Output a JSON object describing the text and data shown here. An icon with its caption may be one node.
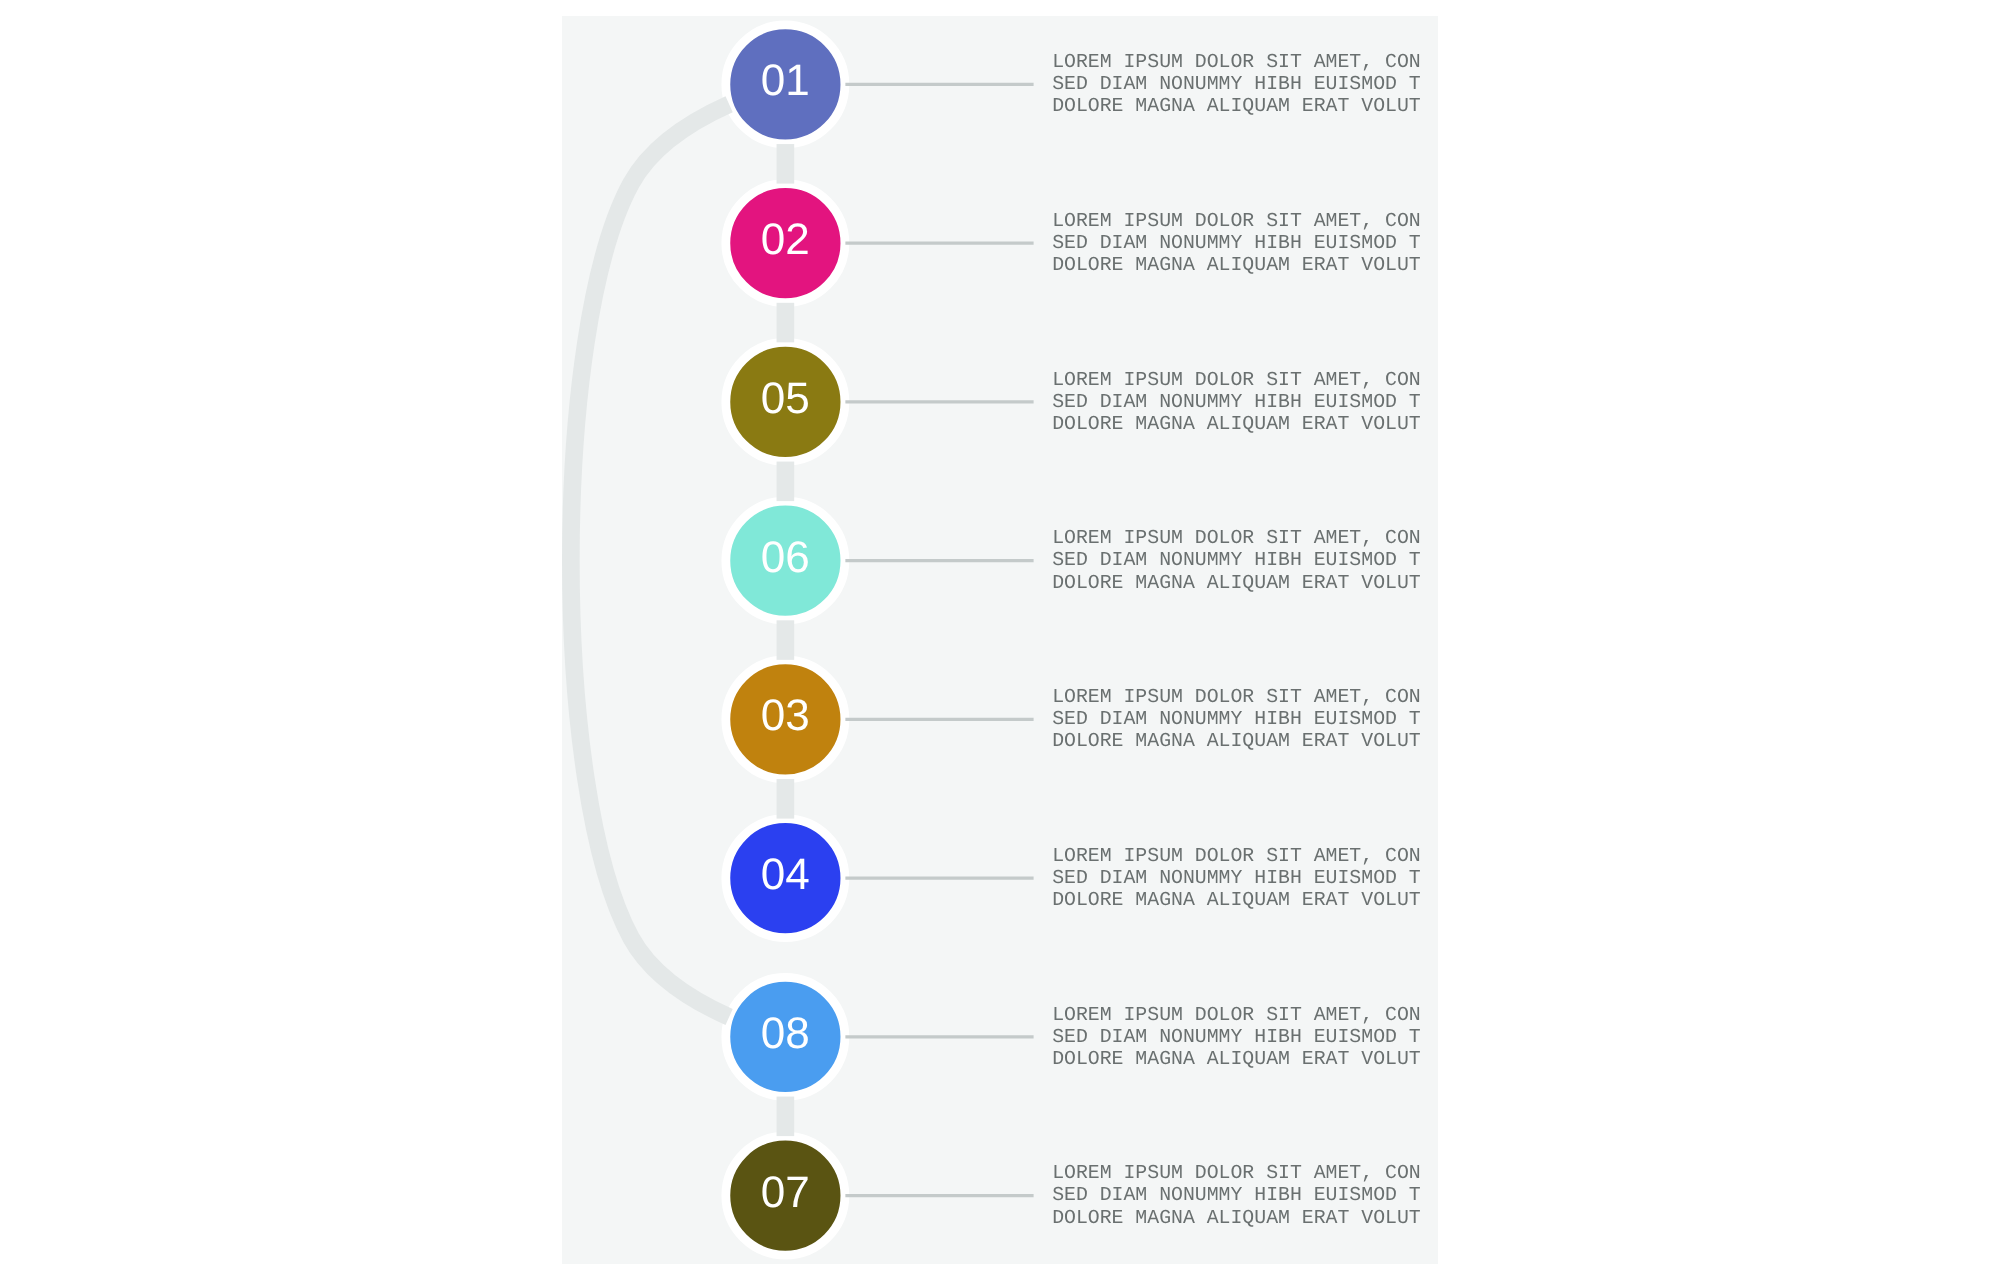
{
  "diagram": {
    "nodes": [
      {
        "text": [
          "01"
        ]
      },
      {
        "text": [
          "02"
        ]
      },
      {
        "text": [
          "03"
        ]
      },
      {
        "text": [
          "04"
        ]
      },
      {
        "text": [
          "05"
        ]
      },
      {
        "text": [
          "06"
        ]
      },
      {
        "text": [
          "07"
        ]
      },
      {
        "text": [
          "08"
        ]
      },
      {
        "text": [
          "LOREM IPSUM DOLOR SIT AMET, CON SED DIAM NONUMMY HIBH EUISMOD T DOLORE MAGNA ALIQUAM ERAT VOLUT"
        ]
      },
      {
        "text": [
          "LOREM IPSUM DOLOR SIT AMET, CON SED DIAM NONUMMY HIBH EUISMOD T DOLORE MAGNA ALIQUAM ERAT VOLUT"
        ]
      },
      {
        "text": [
          "LOREM IPSUM DOLOR SIT AMET, CON SED DIAM NONUMMY HIBH EUISMOD T DOLORE MAGNA ALIQUAM ERAT VOLUT"
        ]
      },
      {
        "text": [
          "LOREM IPSUM DOLOR SIT AMET, CON SED DIAM NONUMMY HIBH EUISMOD T DOLORE MAGNA ALIQUAM ERAT VOLUT"
        ]
      },
      {
        "text": [
          "LOREM IPSUM DOLOR SIT AMET, CON SED DIAM NONUMMY HIBH EUISMOD T DOLORE MAGNA ALIQUAM ERAT VOLUT"
        ]
      },
      {
        "text": [
          "LOREM IPSUM DOLOR SIT AMET, CON SED DIAM NONUMMY HIBH EUISMOD T DOLORE MAGNA ALIQUAM ERAT VOLUT"
        ]
      },
      {
        "text": [
          "LOREM IPSUM DOLOR SIT AMET, CON SED DIAM NONUMMY HIBH EUISMOD T DOLORE MAGNA ALIQUAM ERAT VOLUT"
        ]
      },
      {
        "text": [
          "LOREM IPSUM DOLOR SIT AMET, CON SED DIAM NONUMMY HIBH EUISMOD T DOLORE MAGNA ALIQUAM ERAT VOLUT"
        ]
      }
    ],
    "edges": [
      {
        "from": 0,
        "to": 8,
        "arrow": "none"
      },
      {
        "from": 1,
        "to": 9,
        "arrow": "none"
      },
      {
        "from": 2,
        "to": 10,
        "arrow": "none"
      },
      {
        "from": 3,
        "to": 11,
        "arrow": "none"
      },
      {
        "from": 4,
        "to": 12,
        "arrow": "none"
      },
      {
        "from": 5,
        "to": 13,
        "arrow": "none"
      },
      {
        "from": 6,
        "to": 14,
        "arrow": "none"
      },
      {
        "from": 7,
        "to": 15,
        "arrow": "none"
      },
      {
        "from": 0,
        "to": 1,
        "arrow": "none",
        "style": "thick",
        "color": "#e4e8e8"
      },
      {
        "from": 0,
        "to": 7,
        "arrow": "none",
        "style": "thick",
        "color": "#e4e8e8"
      },
      {
        "from": 1,
        "to": 4,
        "arrow": "none",
        "style": "thick",
        "color": "#e4e8e8"
      },
      {
        "from": 2,
        "to": 3,
        "arrow": "none",
        "style": "thick",
        "color": "#e4e8e8"
      },
      {
        "from": 2,
        "to": 5,
        "arrow": "none",
        "style": "thick",
        "color": "#e4e8e8"
      },
      {
        "from": 5,
        "to": 4,
        "arrow": "none",
        "style": "thick",
        "color": "#e4e8e8"
      },
      {
        "from": 6,
        "to": 7,
        "arrow": "none",
        "style": "thick",
        "color": "#e4e8e8"
      }
    ]
  }
}
